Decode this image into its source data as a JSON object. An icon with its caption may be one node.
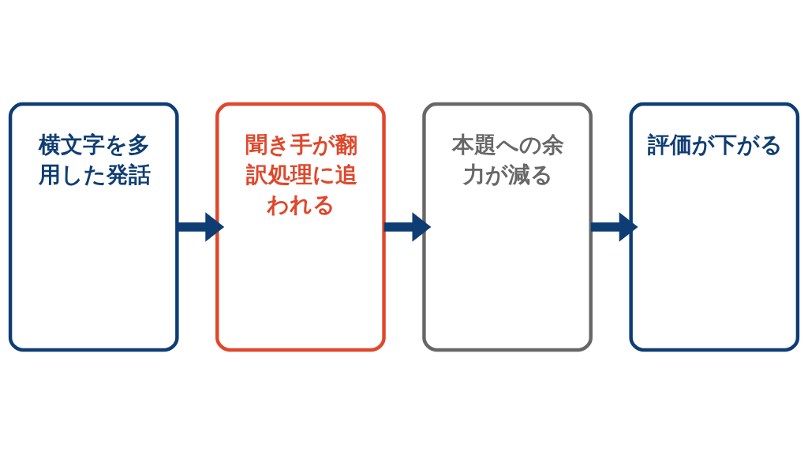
{
  "diagram": {
    "nodes": [
      {
        "text": [
          "横文字を多用した発話"
        ]
      },
      {
        "text": [
          "聞き手が翻訳処理に追われる"
        ]
      },
      {
        "text": [
          "本題への余力が減る"
        ]
      },
      {
        "text": [
          "評価が下がる"
        ]
      }
    ],
    "edges": [
      {
        "from": 0,
        "to": 1,
        "arrow": "to"
      },
      {
        "from": 1,
        "to": 2,
        "arrow": "to"
      },
      {
        "from": 2,
        "to": 3,
        "arrow": "to"
      }
    ]
  }
}
